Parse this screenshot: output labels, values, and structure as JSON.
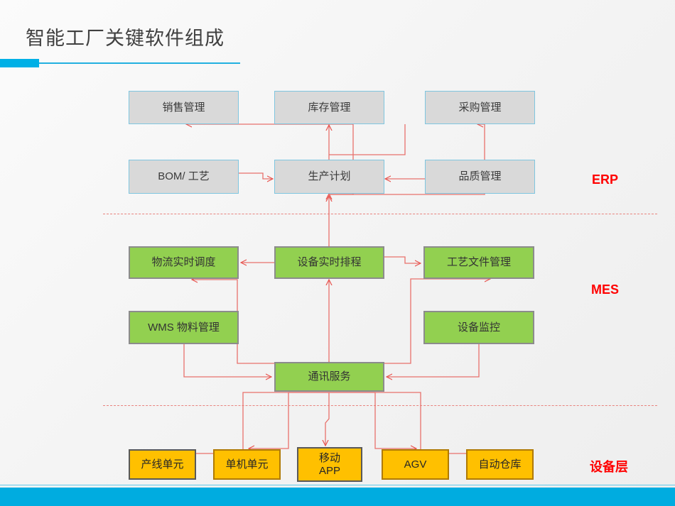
{
  "slide": {
    "title": "智能工厂关键软件组成",
    "accent_color": "#00b0e6",
    "footer_color": "#00ace0",
    "background": "#f4f4f4"
  },
  "layers": [
    {
      "id": "erp",
      "label": "ERP",
      "color": "#ff0000"
    },
    {
      "id": "mes",
      "label": "MES",
      "color": "#ff0000"
    },
    {
      "id": "device",
      "label": "设备层",
      "color": "#ff0000"
    }
  ],
  "erp_nodes": [
    {
      "label": "销售管理",
      "fill": "#d9d9d9",
      "border": "#7fc6e0"
    },
    {
      "label": "库存管理",
      "fill": "#d9d9d9",
      "border": "#7fc6e0"
    },
    {
      "label": "采购管理",
      "fill": "#d9d9d9",
      "border": "#7fc6e0"
    },
    {
      "label": "BOM/ 工艺",
      "fill": "#d9d9d9",
      "border": "#7fc6e0"
    },
    {
      "label": "生产计划",
      "fill": "#d9d9d9",
      "border": "#7fc6e0"
    },
    {
      "label": "品质管理",
      "fill": "#d9d9d9",
      "border": "#7fc6e0"
    }
  ],
  "mes_nodes": [
    {
      "label": "物流实时调度",
      "fill": "#92d050",
      "border": "#8c8c8c"
    },
    {
      "label": "设备实时排程",
      "fill": "#92d050",
      "border": "#8c8c8c"
    },
    {
      "label": "工艺文件管理",
      "fill": "#92d050",
      "border": "#8c8c8c"
    },
    {
      "label": "WMS 物料管理",
      "fill": "#92d050",
      "border": "#8c8c8c"
    },
    {
      "label": "设备监控",
      "fill": "#92d050",
      "border": "#8c8c8c"
    },
    {
      "label": "通讯服务",
      "fill": "#92d050",
      "border": "#8c8c8c"
    }
  ],
  "device_nodes": [
    {
      "label": "产线单元",
      "fill": "#ffc000",
      "border": "#595959"
    },
    {
      "label": "单机单元",
      "fill": "#ffc000",
      "border": "#b07a00"
    },
    {
      "label": "移动\nAPP",
      "fill": "#ffc000",
      "border": "#595959"
    },
    {
      "label": "AGV",
      "fill": "#ffc000",
      "border": "#b07a00"
    },
    {
      "label": "自动仓库",
      "fill": "#ffc000",
      "border": "#b07a00"
    }
  ],
  "connector_color": "#e8716c"
}
